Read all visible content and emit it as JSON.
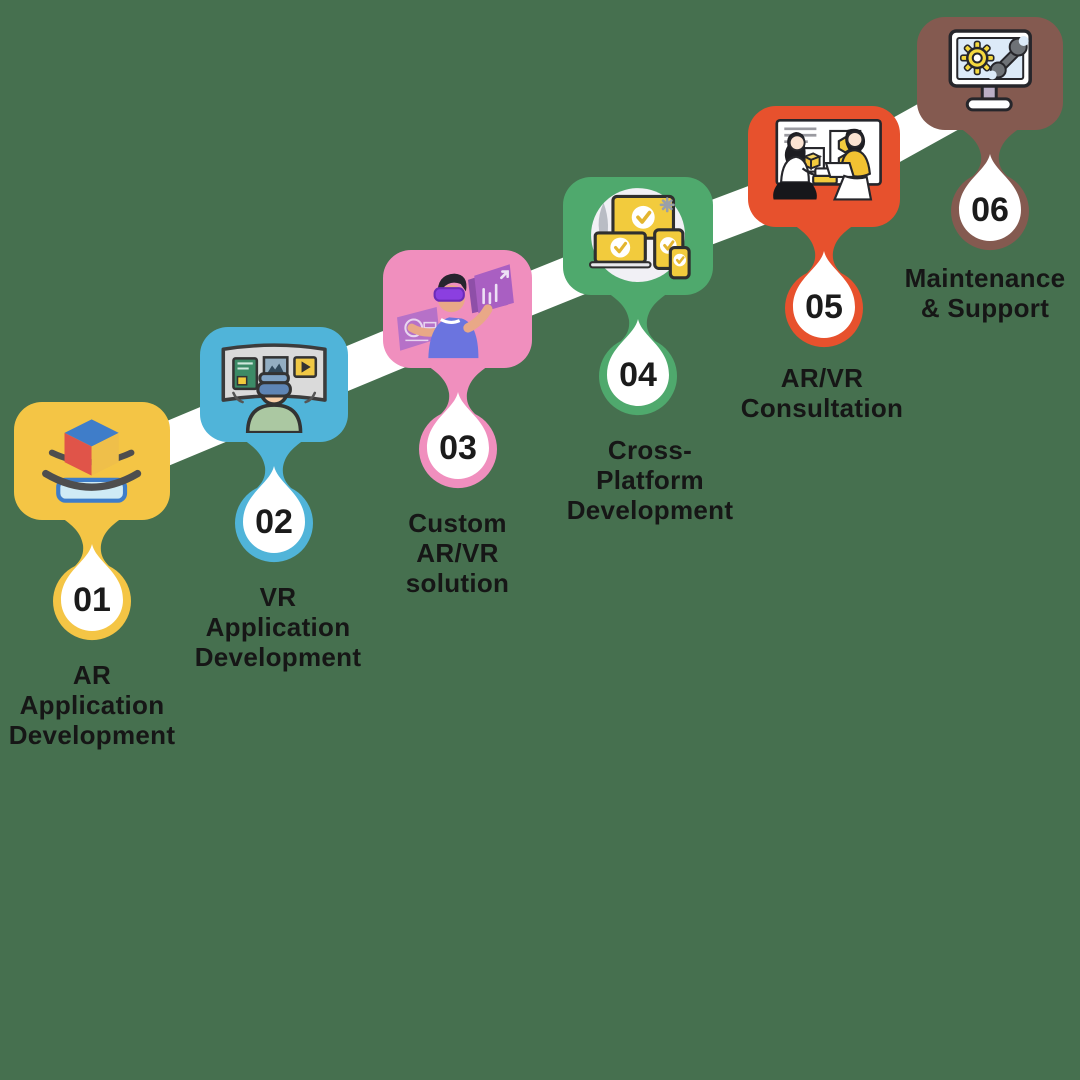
{
  "background_color": "#46704F",
  "band_color": "#FFFFFF",
  "text_color": "#161616",
  "steps": [
    {
      "number": "01",
      "label": "AR\nApplication\nDevelopment",
      "color": "#F4C545",
      "icon": "ar-cube-rotation-icon"
    },
    {
      "number": "02",
      "label": "VR\nApplication\nDevelopment",
      "color": "#50B4D9",
      "icon": "vr-headset-panorama-icon"
    },
    {
      "number": "03",
      "label": "Custom\nAR/VR\nsolution",
      "color": "#F08FBE",
      "icon": "person-vr-screens-icon"
    },
    {
      "number": "04",
      "label": "Cross-\nPlatform\nDevelopment",
      "color": "#4FA96D",
      "icon": "multi-device-checkmarks-icon"
    },
    {
      "number": "05",
      "label": "AR/VR\nConsultation",
      "color": "#E7512D",
      "icon": "consultation-people-icon"
    },
    {
      "number": "06",
      "label": "Maintenance\n& Support",
      "color": "#845A50",
      "icon": "monitor-gear-wrench-icon"
    }
  ]
}
